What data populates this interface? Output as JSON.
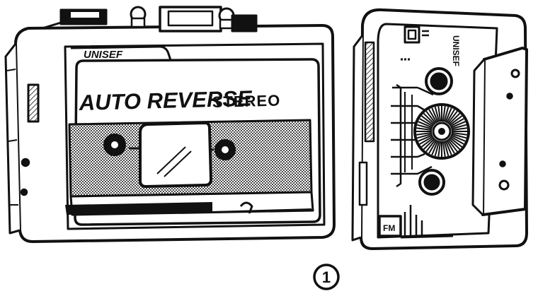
{
  "illustration": {
    "front_unit": {
      "brand": "UNISEF",
      "window_text_1": "AUTO REVERSE",
      "window_text_2": "STEREO"
    },
    "back_unit": {
      "brand": "UNISEF",
      "badge": "FM"
    },
    "figure_number": "1"
  },
  "colors": {
    "ink": "#111111",
    "paper": "#ffffff",
    "screen": "#9a9a9a"
  }
}
